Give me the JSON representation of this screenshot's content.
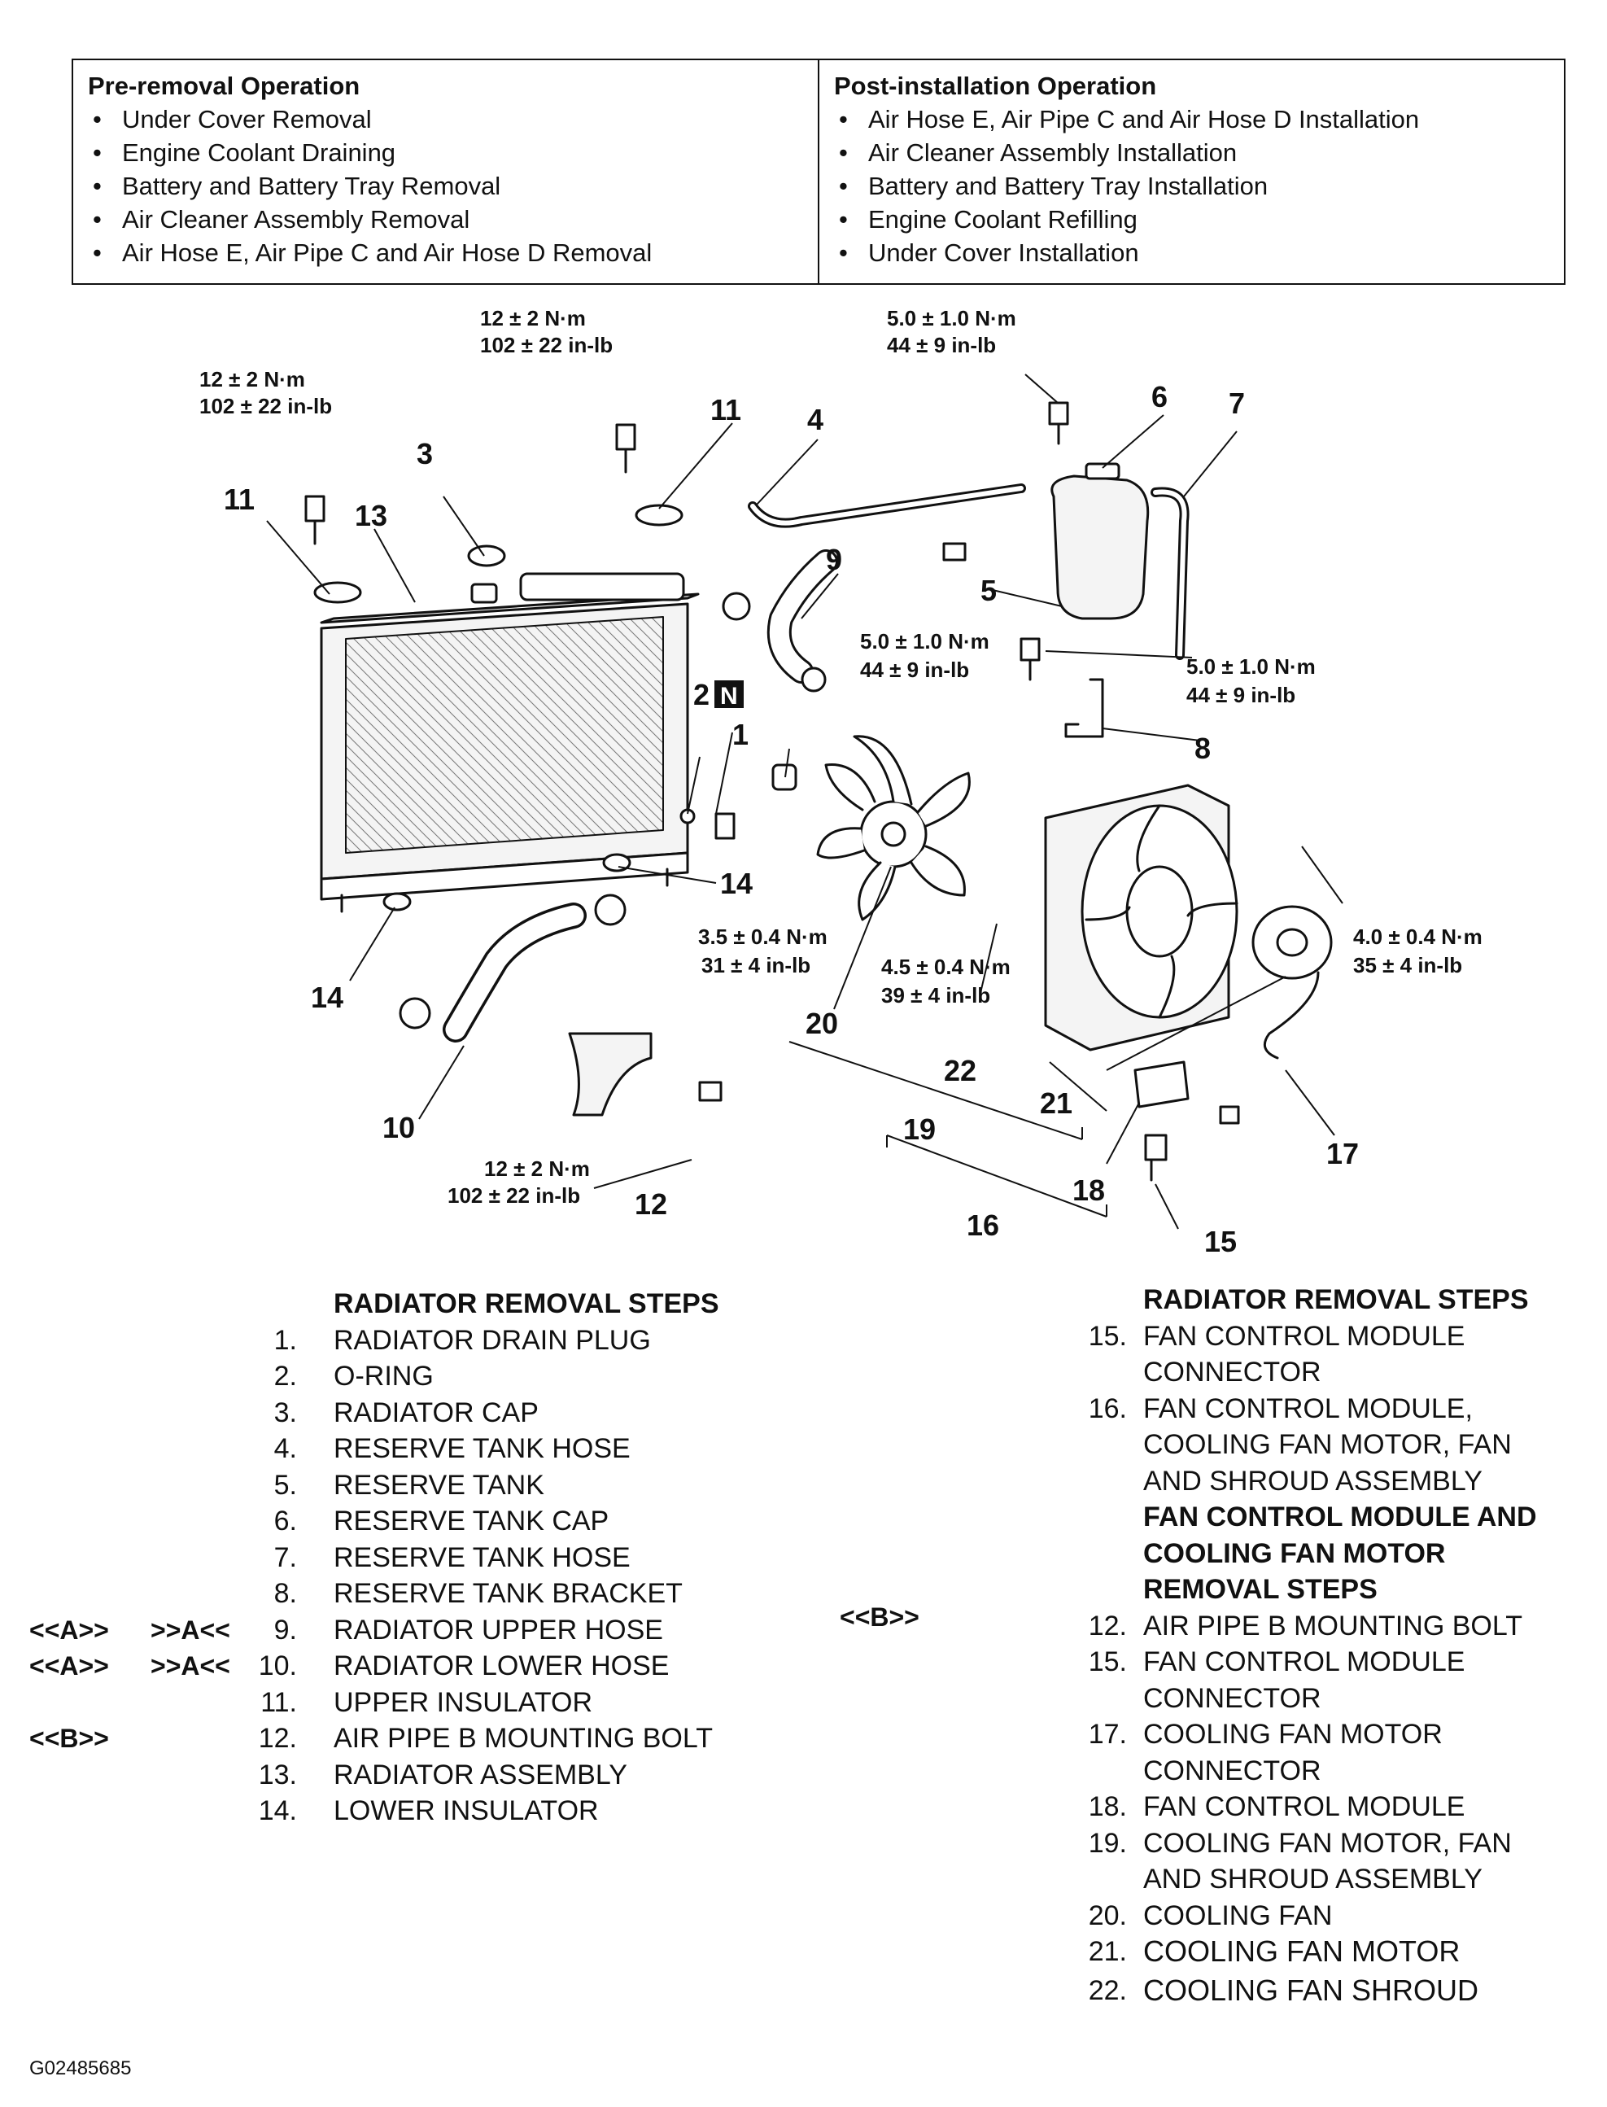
{
  "operations": {
    "pre": {
      "title": "Pre-removal Operation",
      "items": [
        "Under Cover Removal",
        "Engine Coolant Draining",
        "Battery and Battery Tray Removal",
        "Air Cleaner Assembly Removal",
        "Air Hose E, Air Pipe C and Air Hose D Removal"
      ]
    },
    "post": {
      "title": "Post-installation Operation",
      "items": [
        "Air Hose E, Air Pipe C and Air Hose D Installation",
        "Air Cleaner Assembly Installation",
        "Battery and Battery Tray Installation",
        "Engine Coolant Refilling",
        "Under Cover Installation"
      ]
    }
  },
  "diagram": {
    "callouts": [
      "1",
      "2",
      "3",
      "4",
      "5",
      "6",
      "7",
      "8",
      "9",
      "10",
      "11",
      "11",
      "12",
      "13",
      "14",
      "14",
      "15",
      "16",
      "17",
      "18",
      "19",
      "20",
      "21",
      "22"
    ],
    "torques": {
      "t1a": "12 ± 2 N·m",
      "t1b": "102 ± 22 in-lb",
      "t2a": "12 ± 2 N·m",
      "t2b": "102 ± 22 in-lb",
      "t3a": "5.0 ± 1.0 N·m",
      "t3b": "44 ± 9 in-lb",
      "t4a": "5.0 ± 1.0 N·m",
      "t4b": "44 ± 9 in-lb",
      "t5a": "5.0 ± 1.0 N·m",
      "t5b": "44 ± 9 in-lb",
      "t6a": "3.5 ± 0.4 N·m",
      "t6b": "31 ± 4 in-lb",
      "t7a": "4.5 ± 0.4 N·m",
      "t7b": "39 ± 4 in-lb",
      "t8a": "4.0 ± 0.4 N·m",
      "t8b": "35 ± 4 in-lb",
      "t9a": "12 ± 2 N·m",
      "t9b": "102 ± 22 in-lb"
    },
    "n_badge": "N"
  },
  "left_steps": {
    "heading": "RADIATOR REMOVAL STEPS",
    "items": [
      {
        "num": "1.",
        "text": "RADIATOR DRAIN PLUG",
        "rem": "",
        "inst": ""
      },
      {
        "num": "2.",
        "text": "O-RING",
        "rem": "",
        "inst": ""
      },
      {
        "num": "3.",
        "text": "RADIATOR CAP",
        "rem": "",
        "inst": ""
      },
      {
        "num": "4.",
        "text": "RESERVE TANK HOSE",
        "rem": "",
        "inst": ""
      },
      {
        "num": "5.",
        "text": "RESERVE TANK",
        "rem": "",
        "inst": ""
      },
      {
        "num": "6.",
        "text": "RESERVE TANK CAP",
        "rem": "",
        "inst": ""
      },
      {
        "num": "7.",
        "text": "RESERVE TANK HOSE",
        "rem": "",
        "inst": ""
      },
      {
        "num": "8.",
        "text": "RESERVE TANK BRACKET",
        "rem": "",
        "inst": ""
      },
      {
        "num": "9.",
        "text": "RADIATOR UPPER HOSE",
        "rem": "<<A>>",
        "inst": ">>A<<"
      },
      {
        "num": "10.",
        "text": "RADIATOR LOWER HOSE",
        "rem": "<<A>>",
        "inst": ">>A<<"
      },
      {
        "num": "11.",
        "text": "UPPER INSULATOR",
        "rem": "",
        "inst": ""
      },
      {
        "num": "12.",
        "text": "AIR PIPE B MOUNTING BOLT",
        "rem": "<<B>>",
        "inst": ""
      },
      {
        "num": "13.",
        "text": "RADIATOR ASSEMBLY",
        "rem": "",
        "inst": ""
      },
      {
        "num": "14.",
        "text": "LOWER INSULATOR",
        "rem": "",
        "inst": ""
      }
    ]
  },
  "right_steps": {
    "heading": "RADIATOR REMOVAL STEPS",
    "b_mark": "<<B>>",
    "rows": [
      {
        "num": "15.",
        "text": "FAN CONTROL MODULE"
      },
      {
        "num": "",
        "text": "CONNECTOR"
      },
      {
        "num": "16.",
        "text": "FAN CONTROL MODULE,"
      },
      {
        "num": "",
        "text": "COOLING FAN MOTOR, FAN"
      },
      {
        "num": "",
        "text": "AND SHROUD ASSEMBLY"
      },
      {
        "num": "",
        "text": "FAN CONTROL MODULE AND",
        "bold": true
      },
      {
        "num": "",
        "text": "COOLING FAN MOTOR",
        "bold": true
      },
      {
        "num": "",
        "text": "REMOVAL STEPS",
        "bold": true
      },
      {
        "num": "12.",
        "text": "AIR PIPE B MOUNTING BOLT"
      },
      {
        "num": "15.",
        "text": "FAN CONTROL MODULE"
      },
      {
        "num": "",
        "text": "CONNECTOR"
      },
      {
        "num": "17.",
        "text": "COOLING FAN MOTOR"
      },
      {
        "num": "",
        "text": "CONNECTOR"
      },
      {
        "num": "18.",
        "text": "FAN CONTROL MODULE"
      },
      {
        "num": "19.",
        "text": "COOLING FAN MOTOR, FAN"
      },
      {
        "num": "",
        "text": "AND SHROUD ASSEMBLY"
      },
      {
        "num": "20.",
        "text": "COOLING FAN"
      },
      {
        "num": "21.",
        "text": "COOLING FAN MOTOR"
      },
      {
        "num": "22.",
        "text": "COOLING FAN SHROUD"
      }
    ]
  },
  "figure_id": "G02485685"
}
